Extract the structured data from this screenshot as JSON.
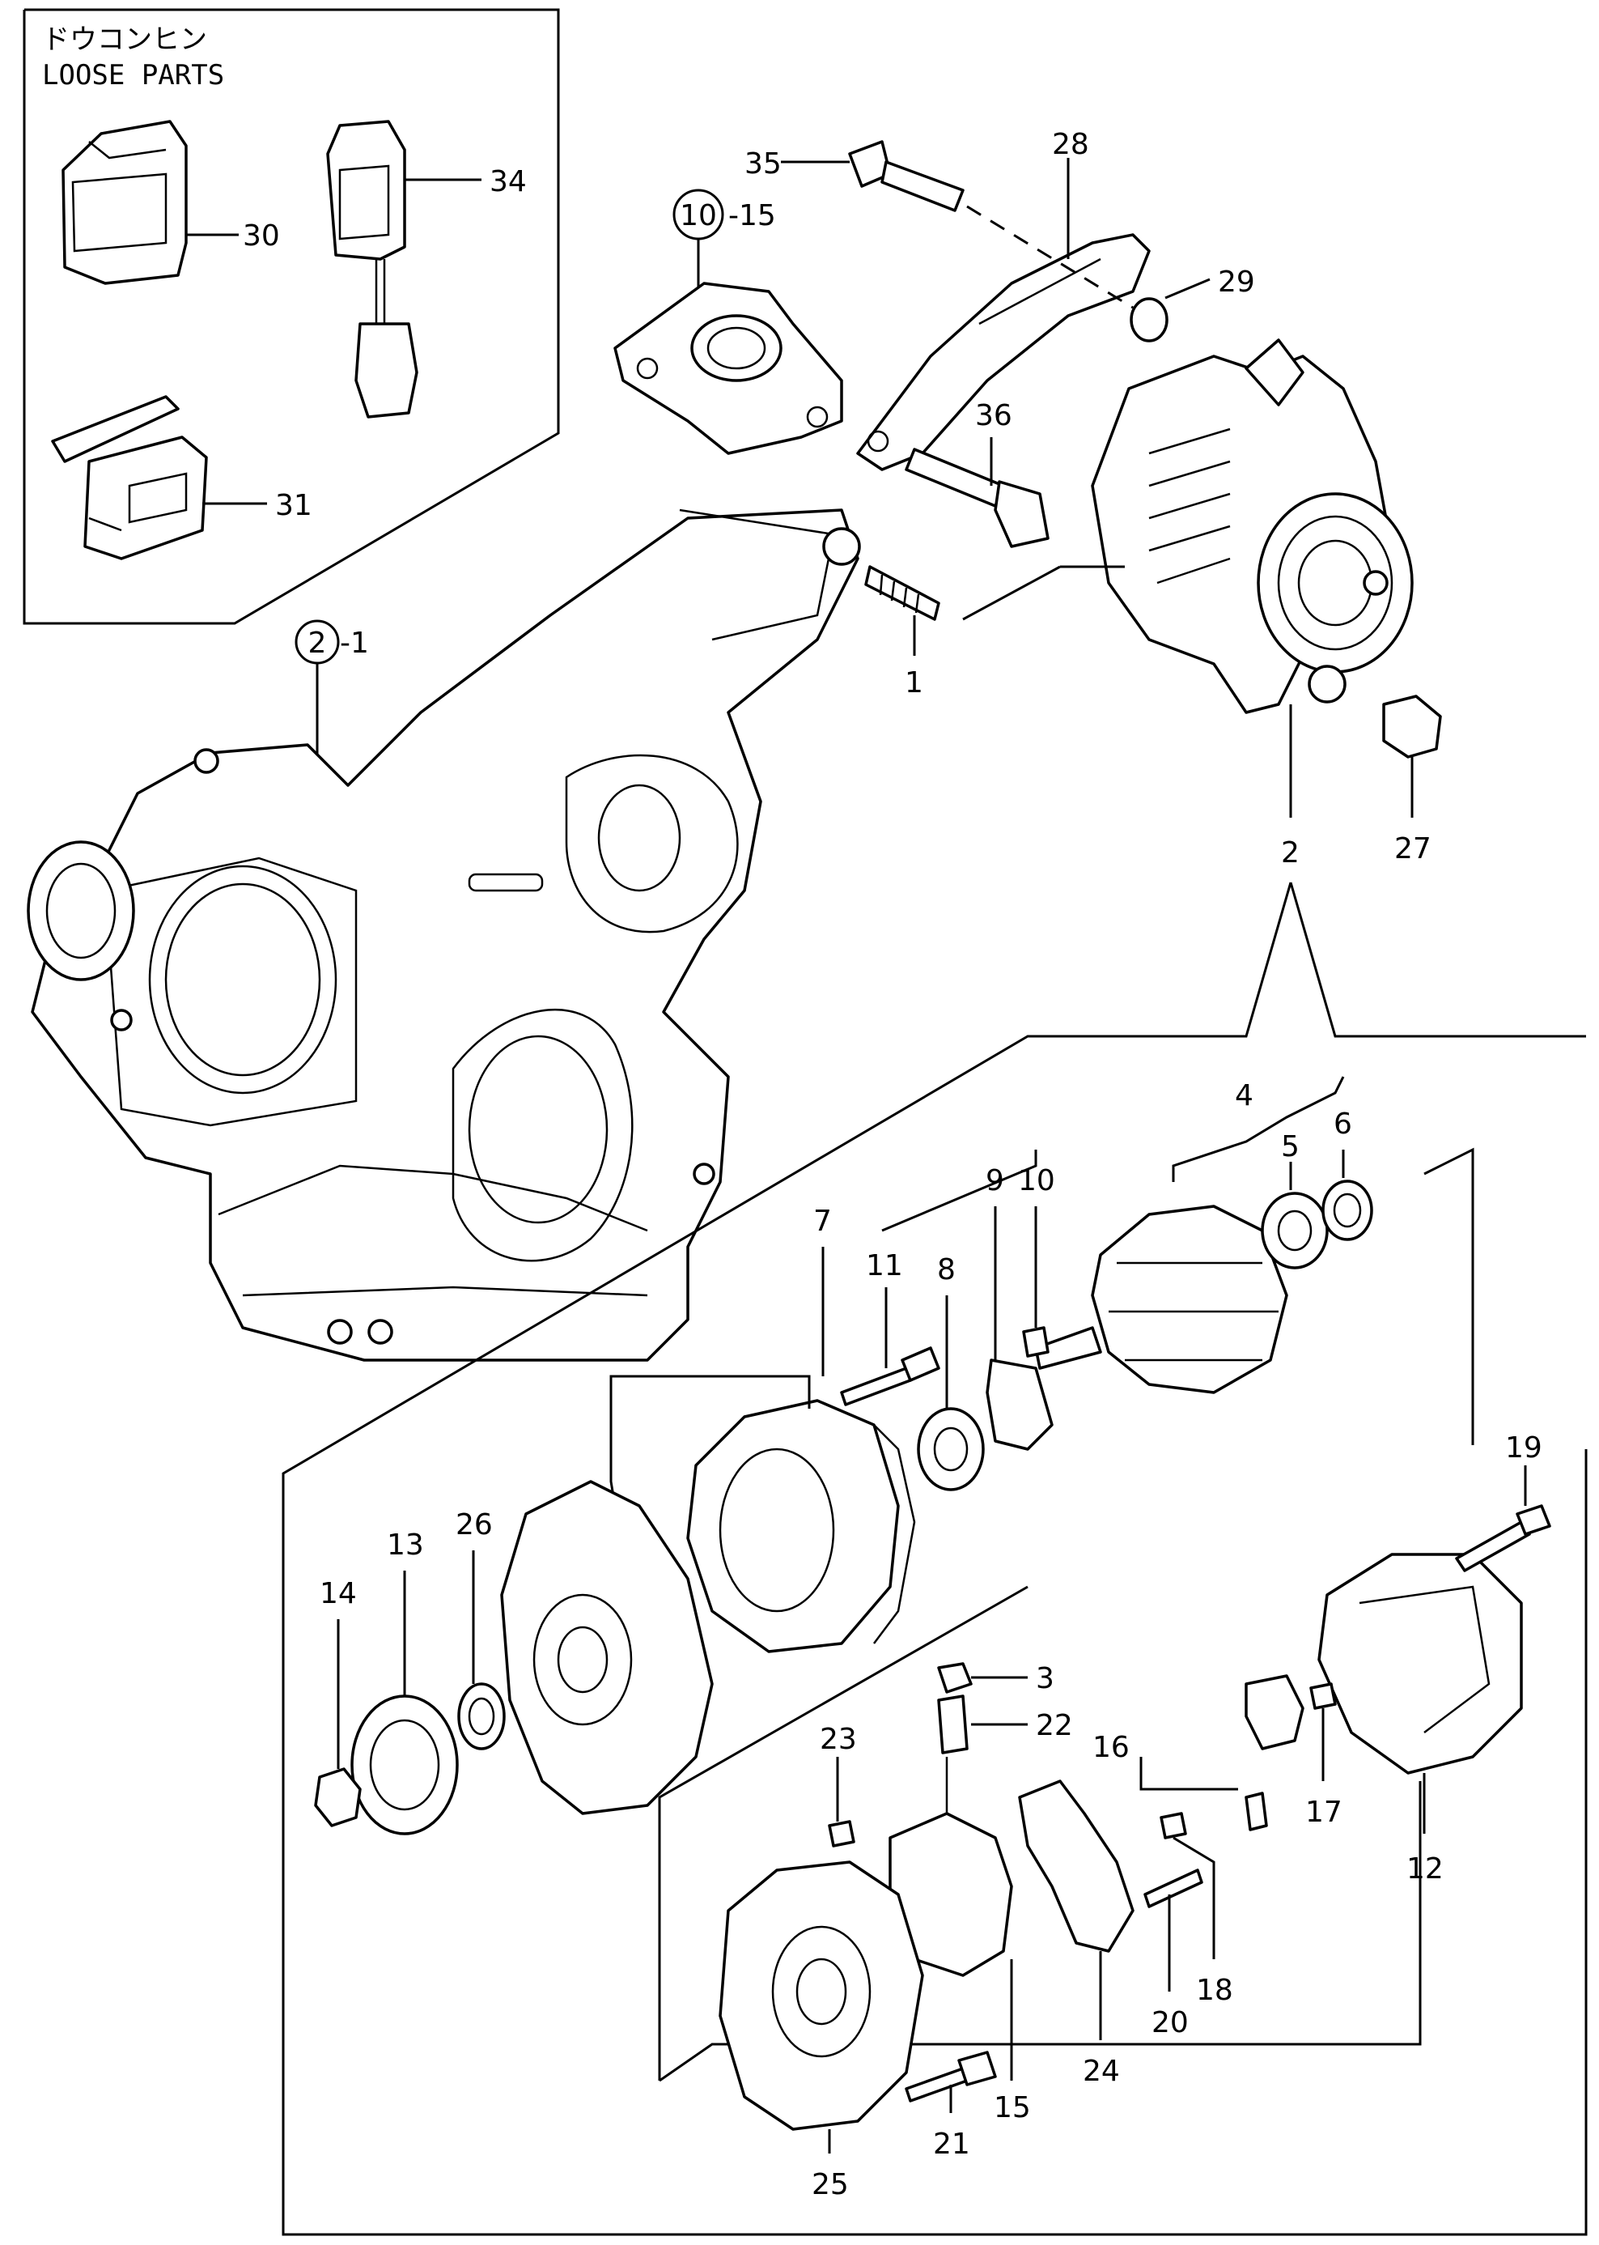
{
  "loose_parts": {
    "title_jp": "ドウコンヒン",
    "title_en": "LOOSE PARTS"
  },
  "labels": {
    "p1": "1",
    "p2": "2",
    "p3": "3",
    "p4": "4",
    "p5": "5",
    "p6": "6",
    "p7": "7",
    "p8": "8",
    "p9": "9",
    "p10": "10",
    "p11": "11",
    "p12": "12",
    "p13": "13",
    "p14": "14",
    "p15": "15",
    "p16": "16",
    "p17": "17",
    "p18": "18",
    "p19": "19",
    "p20": "20",
    "p21": "21",
    "p22": "22",
    "p23": "23",
    "p24": "24",
    "p25": "25",
    "p26": "26",
    "p27": "27",
    "p28": "28",
    "p29": "29",
    "p30": "30",
    "p31": "31",
    "p34": "34",
    "p35": "35",
    "p36": "36"
  },
  "circled_refs": {
    "ref_2": {
      "num": "2",
      "suffix": "-1"
    },
    "ref_10": {
      "num": "10",
      "suffix": "-15"
    }
  }
}
